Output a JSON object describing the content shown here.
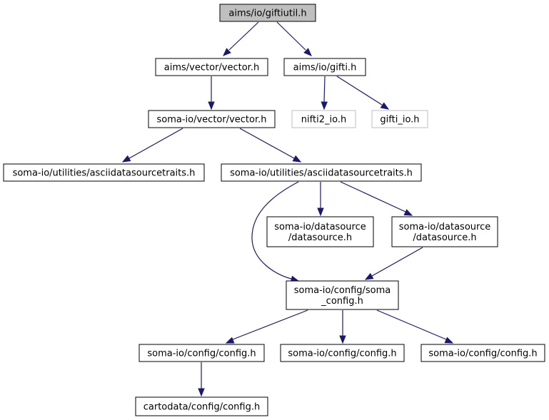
{
  "graph": {
    "nodes": {
      "root": {
        "lines": [
          "aims/io/giftiutil.h"
        ]
      },
      "aims_vector": {
        "lines": [
          "aims/vector/vector.h"
        ]
      },
      "aims_gifti": {
        "lines": [
          "aims/io/gifti.h"
        ]
      },
      "soma_vector": {
        "lines": [
          "soma-io/vector/vector.h"
        ]
      },
      "nifti2_io": {
        "lines": [
          "nifti2_io.h"
        ]
      },
      "gifti_io": {
        "lines": [
          "gifti_io.h"
        ]
      },
      "ascii_traits_left": {
        "lines": [
          "soma-io/utilities/asciidatasourcetraits.h"
        ]
      },
      "ascii_traits_main": {
        "lines": [
          "soma-io/utilities/asciidatasourcetraits.h"
        ]
      },
      "datasource_a": {
        "lines": [
          "soma-io/datasource",
          "/datasource.h"
        ]
      },
      "datasource_b": {
        "lines": [
          "soma-io/datasource",
          "/datasource.h"
        ]
      },
      "soma_config": {
        "lines": [
          "soma-io/config/soma",
          "_config.h"
        ]
      },
      "config_left": {
        "lines": [
          "soma-io/config/config.h"
        ]
      },
      "config_mid": {
        "lines": [
          "soma-io/config/config.h"
        ]
      },
      "config_right": {
        "lines": [
          "soma-io/config/config.h"
        ]
      },
      "cartodata_config": {
        "lines": [
          "cartodata/config/config.h"
        ]
      }
    },
    "edges": [
      {
        "from": "root",
        "to": "aims_vector"
      },
      {
        "from": "root",
        "to": "aims_gifti"
      },
      {
        "from": "aims_vector",
        "to": "soma_vector"
      },
      {
        "from": "aims_gifti",
        "to": "nifti2_io"
      },
      {
        "from": "aims_gifti",
        "to": "gifti_io"
      },
      {
        "from": "soma_vector",
        "to": "ascii_traits_left"
      },
      {
        "from": "soma_vector",
        "to": "ascii_traits_main"
      },
      {
        "from": "ascii_traits_main",
        "to": "soma_config"
      },
      {
        "from": "ascii_traits_main",
        "to": "datasource_a"
      },
      {
        "from": "ascii_traits_main",
        "to": "datasource_b"
      },
      {
        "from": "datasource_b",
        "to": "soma_config"
      },
      {
        "from": "soma_config",
        "to": "config_left"
      },
      {
        "from": "soma_config",
        "to": "config_mid"
      },
      {
        "from": "soma_config",
        "to": "config_right"
      },
      {
        "from": "config_left",
        "to": "cartodata_config"
      }
    ],
    "colors": {
      "edge": "#191970",
      "root_fill": "#bfbfbf",
      "missing_border": "#bfbfbf",
      "node_border": "#000000"
    }
  }
}
